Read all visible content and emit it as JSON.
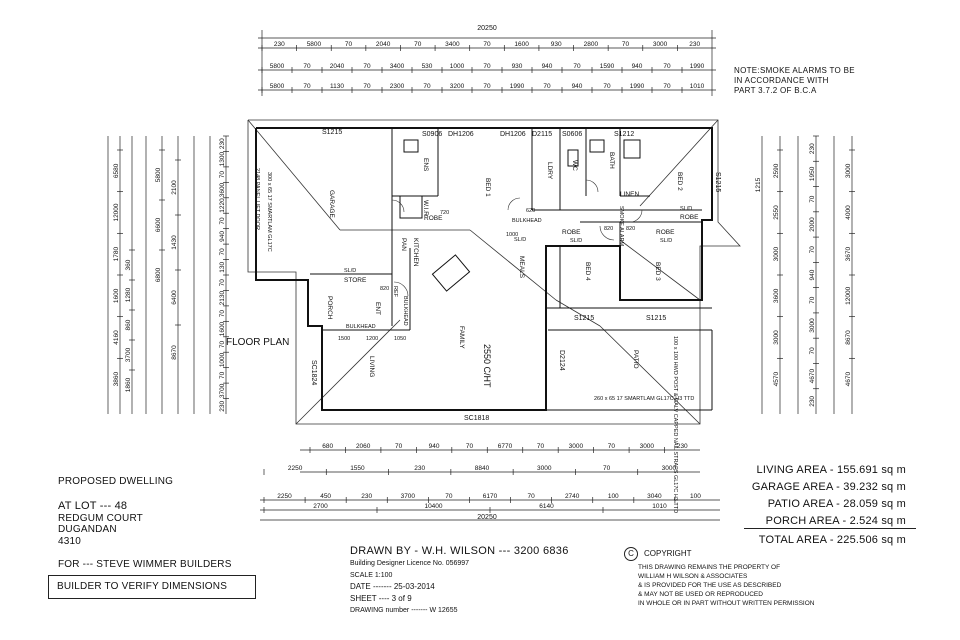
{
  "note": {
    "lines": [
      "NOTE:SMOKE ALARMS TO BE",
      "IN ACCORDANCE WITH",
      "PART 3.7.2 OF B.C.A"
    ]
  },
  "plan": {
    "heading": "FLOOR PLAN",
    "rooms": {
      "garage": "GARAGE",
      "bed1": "BED 1",
      "ens": "ENS",
      "wir": "W.I.R",
      "ldry": "LDRY",
      "wc": "WC",
      "bath": "BATH",
      "bed2": "BED 2",
      "linen": "LINEN",
      "kitchen": "KITCHEN",
      "meals": "MEALS",
      "family": "FAMILY",
      "living": "LIVING",
      "bed4": "BED 4",
      "bed3": "BED 3",
      "patio": "PATIO",
      "porch": "PORCH",
      "ent": "ENT",
      "store": "STORE",
      "robe_a": "ROBE",
      "robe_b": "ROBE",
      "robe_c": "ROBE",
      "robe_d": "ROBE",
      "pan": "PAN"
    },
    "windows": {
      "s1215_a": "S1215",
      "s0906": "S0906",
      "dh1206_a": "DH1206",
      "dh1206_b": "DH1206",
      "d2115": "D2115",
      "s0606": "S0606",
      "s1212": "S1212",
      "s1215_b": "S1215",
      "s1215_c": "S1215",
      "s1215_d": "S1215",
      "sc1824": "SC1824",
      "sc1818": "SC1818",
      "d2124": "D2124"
    },
    "labels": {
      "garage_door": "2148 PANEL LIFT DOOR",
      "lintel_garage": "300 x 65 17 SMARTLAM GL17C",
      "ceiling": "2550 C/HT",
      "patio_beam": "260 x 65 17 SMARTLAM GL17C H3 TTD",
      "patio_post": "100 x 100 HWD POST & GALV CAPPED NAIL STRAPS GL17C H3 TTD",
      "bulkhead_a": "BULKHEAD",
      "bulkhead_b": "BULKHEAD",
      "bulkhead_c": "BULKHEAD",
      "sld_a": "SL/D",
      "sld_b": "SL/D",
      "sld_c": "SL/D",
      "sld_d": "SL/D",
      "sld_e": "SL/D",
      "d720": "720",
      "d820_a": "820",
      "d820_b": "820",
      "d820_c": "820",
      "d620": "620",
      "d1000": "1000",
      "d1500": "1500",
      "d1200": "1200",
      "d1050": "1050",
      "smoke": "SMOKE ALARM",
      "ref": "REF"
    }
  },
  "dims": {
    "top_overall": "20250",
    "top_row1": [
      "230",
      "5800",
      "70",
      "2040",
      "70",
      "3400",
      "70",
      "1600",
      "930",
      "2800",
      "70",
      "3000",
      "230"
    ],
    "top_row2": [
      "5800",
      "70",
      "2040",
      "70",
      "3400",
      "530",
      "1000",
      "70",
      "930",
      "940",
      "70",
      "1590",
      "940",
      "70",
      "1990"
    ],
    "top_row3": [
      "5800",
      "70",
      "1130",
      "70",
      "2300",
      "70",
      "3200",
      "70",
      "1990",
      "70",
      "940",
      "70",
      "1990",
      "70",
      "1010"
    ],
    "bottom_row1": [
      "680",
      "2060",
      "70",
      "940",
      "70",
      "6770",
      "70",
      "3000",
      "70",
      "3000",
      "230"
    ],
    "bottom_row2": [
      "2250",
      "1550",
      "230",
      "8840",
      "3000",
      "70",
      "3000"
    ],
    "bottom_row3": [
      "2250",
      "450",
      "230",
      "3700",
      "70",
      "6170",
      "70",
      "2740",
      "100",
      "3040",
      "100"
    ],
    "bottom_row4": [
      "2700",
      "10400",
      "6140",
      "1010"
    ],
    "bottom_overall": "20250",
    "left_a": [
      "230",
      "1300",
      "70",
      "3600",
      "1220",
      "70",
      "940",
      "70",
      "130",
      "70",
      "2130",
      "70",
      "1600",
      "70",
      "1000",
      "70",
      "3700",
      "230"
    ],
    "left_b": [
      "2100",
      "1430",
      "6400",
      "8670"
    ],
    "left_c": [
      "5800",
      "6600",
      "6800"
    ],
    "left_d": [
      "6580",
      "12000",
      "1780",
      "1600",
      "4160",
      "3860"
    ],
    "left_e": [
      "360",
      "1280",
      "860",
      "3700",
      "1860"
    ],
    "right_a": [
      "230",
      "1950",
      "70",
      "2000",
      "70",
      "940",
      "70",
      "3000",
      "70",
      "4670",
      "230"
    ],
    "right_b": [
      "2590",
      "2550",
      "3000",
      "3600",
      "3000",
      "4570"
    ],
    "right_c": [
      "3000",
      "4000",
      "3670",
      "12000",
      "8670",
      "4670"
    ],
    "right_d": [
      "1215"
    ]
  },
  "title": {
    "project": "PROPOSED  DWELLING",
    "lot": "AT LOT --- 48",
    "street": "REDGUM COURT",
    "suburb": "DUGANDAN",
    "postcode": "4310",
    "for": "FOR --- STEVE WIMMER BUILDERS",
    "verify": "BUILDER TO VERIFY DIMENSIONS"
  },
  "drawn": {
    "by": "DRAWN BY  - W.H. WILSON --- 3200 6836",
    "licence": "Building Designer Licence No. 056997",
    "scale": "SCALE 1:100",
    "date": "DATE -------  25-03-2014",
    "sheet": "SHEET ----   3 of 9",
    "drawing": "DRAWING number  -------  W 12655"
  },
  "copyright": {
    "heading": "COPYRIGHT",
    "symbol": "C",
    "lines": [
      "THIS DRAWING REMAINS THE PROPERTY OF",
      "WILLIAM H WILSON & ASSOCIATES",
      "& IS PROVIDED FOR THE USE AS DESCRIBED",
      "& MAY NOT BE USED OR REPRODUCED",
      "IN WHOLE OR IN PART WITHOUT WRITTEN PERMISSION"
    ]
  },
  "areas": [
    {
      "label": "LIVING AREA - 155.691 sq m"
    },
    {
      "label": "GARAGE AREA - 39.232 sq m"
    },
    {
      "label": "PATIO AREA - 28.059 sq m"
    },
    {
      "label": "PORCH AREA - 2.524 sq m"
    },
    {
      "label": "TOTAL AREA - 225.506 sq m"
    }
  ]
}
